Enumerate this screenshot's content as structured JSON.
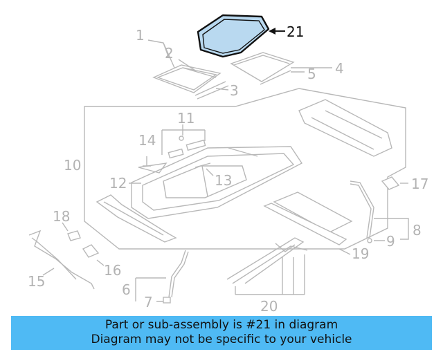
{
  "banner": {
    "line1": "Part or sub-assembly is #21 in diagram",
    "line2": "Diagram may not be specific to your vehicle",
    "color": "#4fbaf4"
  },
  "highlight_color": "#b9d9f0",
  "callouts": {
    "n1": "1",
    "n2": "2",
    "n3": "3",
    "n4": "4",
    "n5": "5",
    "n6": "6",
    "n7": "7",
    "n8": "8",
    "n9": "9",
    "n10": "10",
    "n11": "11",
    "n12": "12",
    "n13": "13",
    "n14": "14",
    "n15": "15",
    "n16": "16",
    "n17": "17",
    "n18": "18",
    "n19": "19",
    "n20": "20",
    "n21": "21"
  }
}
